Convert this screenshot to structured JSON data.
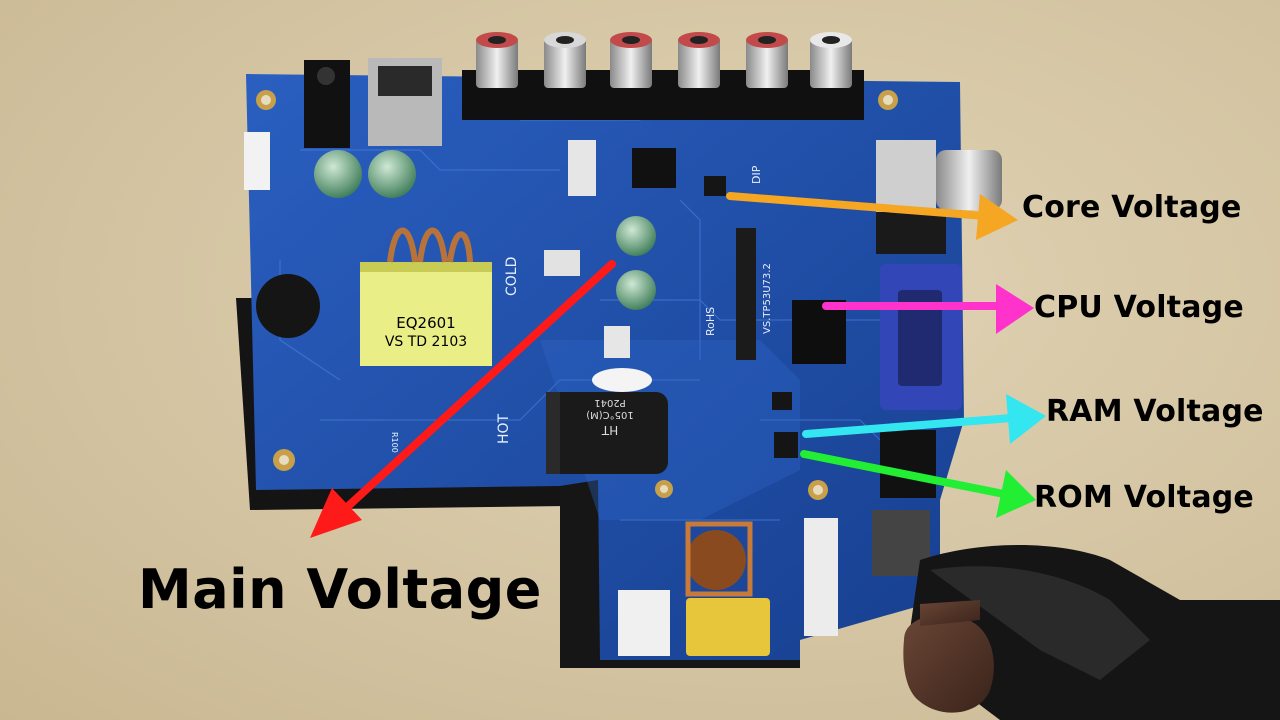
{
  "labels": {
    "core_voltage": "Core Voltage",
    "cpu_voltage": "CPU Voltage",
    "ram_voltage": "RAM Voltage",
    "rom_voltage": "ROM Voltage",
    "main_voltage": "Main Voltage"
  },
  "board_markings": {
    "transformer_line1": "EQ2601",
    "transformer_line2": "VS TD 2103",
    "cold": "COLD",
    "hot": "HOT",
    "rohs": "RoHS",
    "board_id": "VS.TP53U73.2",
    "dip": "DIP",
    "capacitor_text1": "HT",
    "capacitor_text2": "105°C(M)",
    "capacitor_text3": "P2041",
    "r100": "R100"
  },
  "colors": {
    "core_arrow": "#f5a623",
    "cpu_arrow": "#ff33cc",
    "ram_arrow": "#33e6f0",
    "rom_arrow": "#22ee33",
    "main_arrow": "#ff1a1a",
    "pcb": "#1f4fa8",
    "background": "#d6c7a6"
  }
}
